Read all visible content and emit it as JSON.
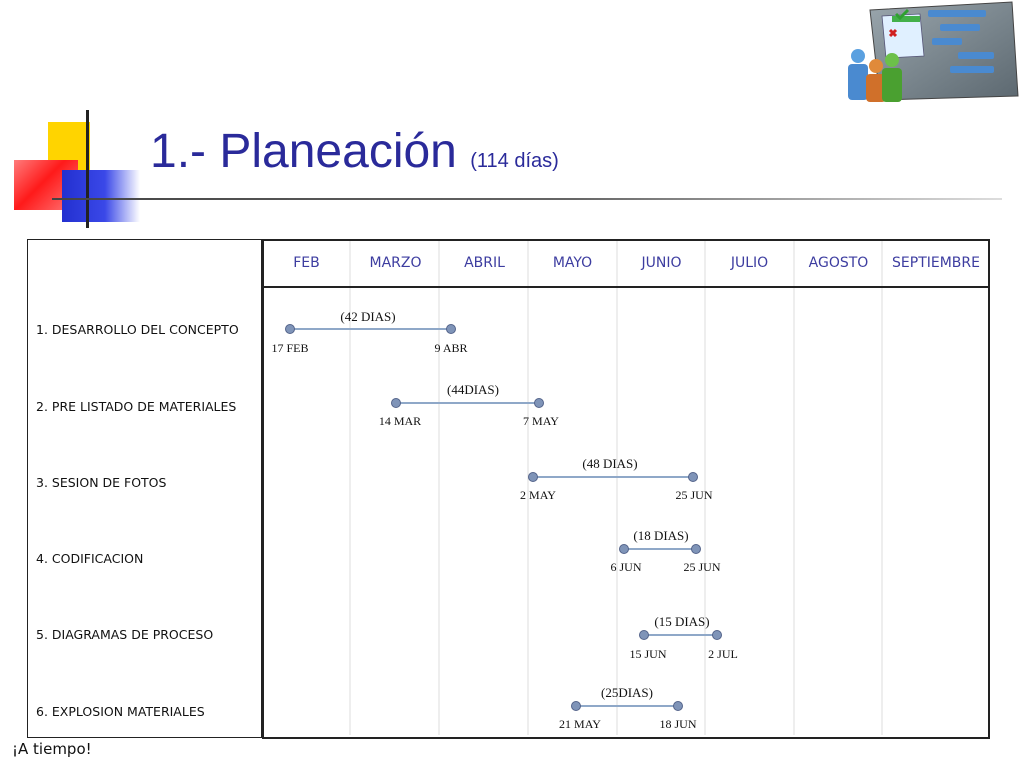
{
  "title": {
    "main": "1.- Planeación",
    "sub": "(114 días)"
  },
  "months": [
    "FEB",
    "MARZO",
    "ABRIL",
    "MAYO",
    "JUNIO",
    "JULIO",
    "AGOSTO",
    "SEPTIEMBRE"
  ],
  "tasks": [
    {
      "label": "1.  DESARROLLO DEL CONCEPTO",
      "duration": "(42 DIAS)",
      "start": "17 FEB",
      "end": "9 ABR"
    },
    {
      "label": "2.  PRE LISTADO DE MATERIALES",
      "duration": "(44DIAS)",
      "start": "14 MAR",
      "end": "7 MAY"
    },
    {
      "label": "3.  SESION DE FOTOS",
      "duration": "(48 DIAS)",
      "start": "2 MAY",
      "end": "25 JUN"
    },
    {
      "label": "4.  CODIFICACION",
      "duration": "(18 DIAS)",
      "start": "6 JUN",
      "end": "25 JUN"
    },
    {
      "label": "5.  DIAGRAMAS DE PROCESO",
      "duration": "(15 DIAS)",
      "start": "15 JUN",
      "end": "2 JUL"
    },
    {
      "label": "6.  EXPLOSION MATERIALES",
      "duration": "(25DIAS)",
      "start": "21 MAY",
      "end": "18 JUN"
    }
  ],
  "footer": "¡A tiempo!",
  "colors": {
    "title": "#2a2a9a",
    "month": "#3d3da0",
    "bar": "#8fa8c8",
    "bar_node": "#7f94b8"
  }
}
